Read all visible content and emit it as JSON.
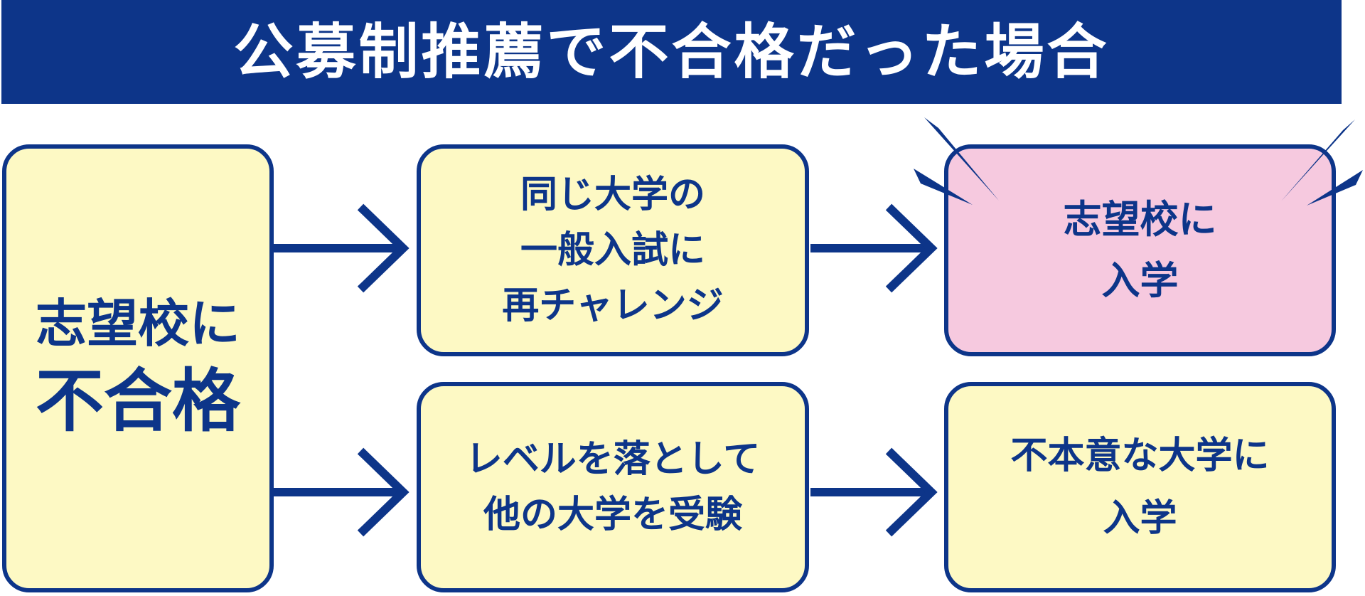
{
  "header": {
    "title": "公募制推薦で不合格だった場合"
  },
  "start": {
    "line1": "志望校に",
    "line2": "不合格"
  },
  "retry": {
    "lines": [
      "同じ大学の",
      "一般入試に",
      "再チャレンジ"
    ]
  },
  "lower": {
    "lines": [
      "レベルを落として",
      "他の大学を受験"
    ]
  },
  "success": {
    "lines": [
      "志望校に",
      "入学"
    ]
  },
  "unwanted": {
    "lines": [
      "不本意な大学に",
      "入学"
    ]
  },
  "colors": {
    "primary": "#0d3589",
    "box_fill": "#fdf9c4",
    "success_fill": "#f6c9df",
    "header_text": "#ffffff"
  }
}
